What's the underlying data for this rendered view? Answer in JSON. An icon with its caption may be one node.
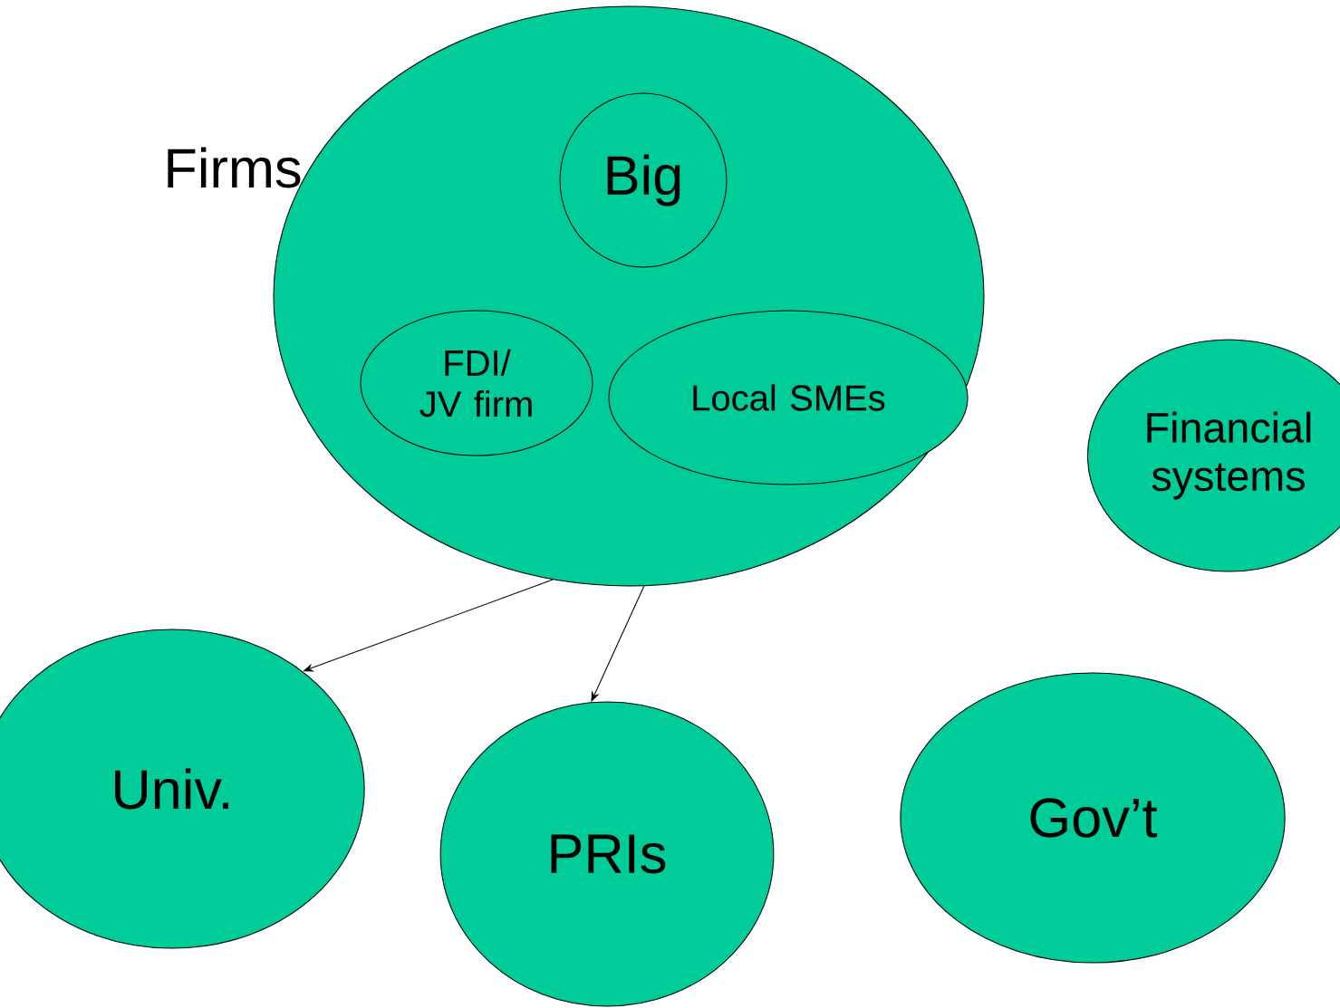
{
  "diagram": {
    "nodes": [
      {
        "text": [
          "Firms"
        ]
      },
      {
        "text": [
          "Big"
        ],
        "in": 0
      },
      {
        "text": [
          "FDI/ JV firm"
        ],
        "in": 0
      },
      {
        "text": [
          "Local SMEs"
        ],
        "in": 0
      },
      {
        "text": [
          "Financial systems"
        ]
      },
      {
        "text": [
          "Univ."
        ]
      },
      {
        "text": [
          "PRIs"
        ]
      },
      {
        "text": [
          "Gov’t"
        ]
      }
    ],
    "edges": [
      {
        "from": 0,
        "to": 5,
        "arrow": "to"
      },
      {
        "from": 0,
        "to": 6,
        "arrow": "to"
      }
    ]
  }
}
